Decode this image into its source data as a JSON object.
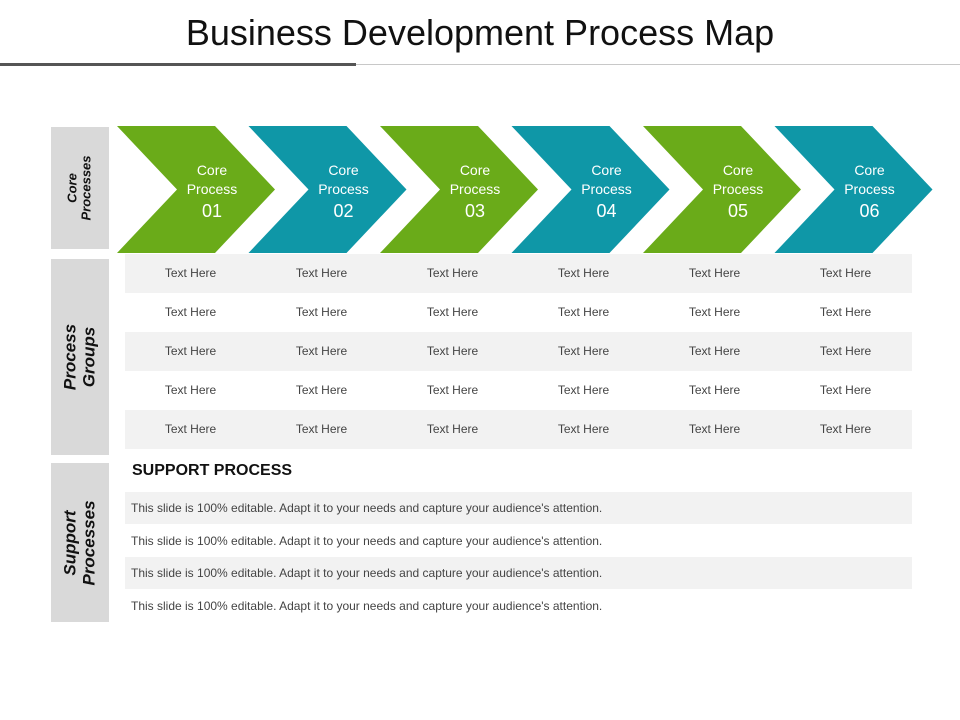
{
  "title": "Business Development Process Map",
  "side_labels": {
    "core": "Core\nProcesses",
    "groups": "Process\nGroups",
    "support": "Support\nProcesses"
  },
  "colors": {
    "green": "#6aab19",
    "teal": "#0f97a7"
  },
  "core_processes": [
    {
      "label": "Core\nProcess",
      "number": "01",
      "color": "green"
    },
    {
      "label": "Core\nProcess",
      "number": "02",
      "color": "teal"
    },
    {
      "label": "Core\nProcess",
      "number": "03",
      "color": "green"
    },
    {
      "label": "Core\nProcess",
      "number": "04",
      "color": "teal"
    },
    {
      "label": "Core\nProcess",
      "number": "05",
      "color": "green"
    },
    {
      "label": "Core\nProcess",
      "number": "06",
      "color": "teal"
    }
  ],
  "process_groups": {
    "rows": [
      [
        "Text Here",
        "Text Here",
        "Text Here",
        "Text Here",
        "Text Here",
        "Text Here"
      ],
      [
        "Text Here",
        "Text Here",
        "Text Here",
        "Text Here",
        "Text Here",
        "Text Here"
      ],
      [
        "Text Here",
        "Text Here",
        "Text Here",
        "Text Here",
        "Text Here",
        "Text Here"
      ],
      [
        "Text Here",
        "Text Here",
        "Text Here",
        "Text Here",
        "Text Here",
        "Text Here"
      ],
      [
        "Text Here",
        "Text Here",
        "Text Here",
        "Text Here",
        "Text Here",
        "Text Here"
      ]
    ]
  },
  "support": {
    "heading": "SUPPORT PROCESS",
    "rows": [
      "This slide is 100% editable. Adapt it to your needs and capture your audience's attention.",
      "This slide is 100% editable. Adapt it to your needs and capture your audience's attention.",
      "This slide is 100% editable. Adapt it to your needs and capture your audience's attention.",
      "This slide is 100% editable. Adapt it to your needs and capture your audience's attention."
    ]
  }
}
